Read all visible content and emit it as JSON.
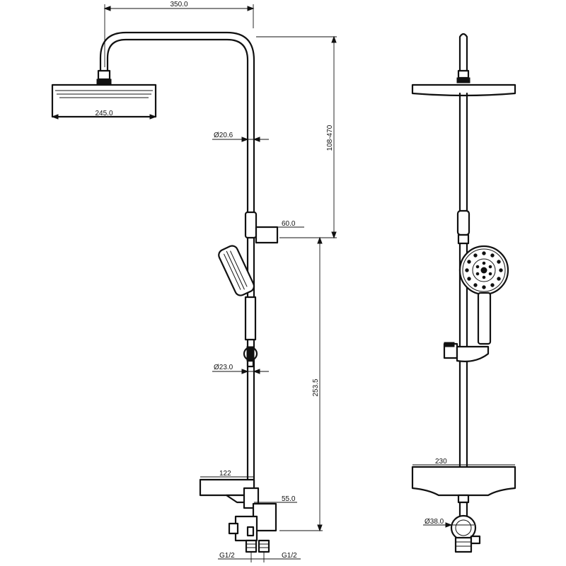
{
  "dimensions": {
    "arm_width": "350.0",
    "head_diameter": "245.0",
    "pipe_upper_diameter": "Ø20.6",
    "height_range": "108-470",
    "slider_offset": "60.0",
    "pipe_lower_diameter": "Ø23.0",
    "lower_height": "253.5",
    "shelf_depth": "122",
    "valve_offset": "55.0",
    "inlet_left": "G1/2",
    "inlet_right": "G1/2",
    "shelf_width": "230",
    "valve_diameter": "Ø38.0"
  },
  "colors": {
    "line": "#111111",
    "background": "#ffffff"
  }
}
